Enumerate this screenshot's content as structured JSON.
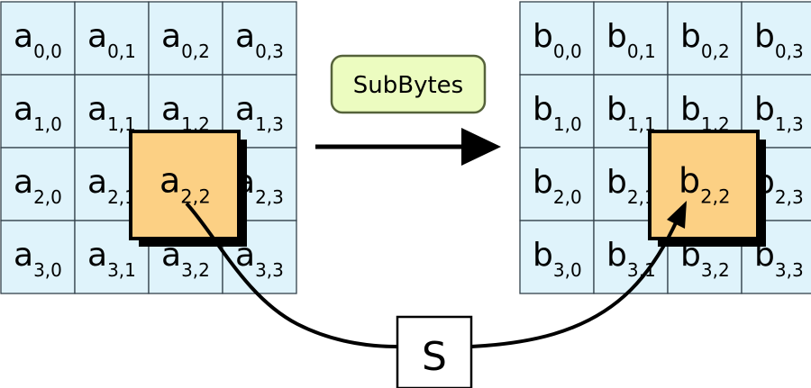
{
  "colors": {
    "cell_fill": "#dff3fb",
    "cell_border": "#33414a",
    "highlight_fill": "#fcd084",
    "shadow": "#000000",
    "label_fill": "#ecfcc0",
    "label_border": "#55623a",
    "arrow": "#000000"
  },
  "input_state": {
    "letter": "a",
    "cells": [
      [
        "0,0",
        "0,1",
        "0,2",
        "0,3"
      ],
      [
        "1,0",
        "1,1",
        "1,2",
        "1,3"
      ],
      [
        "2,0",
        "2,1",
        "2,2",
        "2,3"
      ],
      [
        "3,0",
        "3,1",
        "3,2",
        "3,3"
      ]
    ],
    "highlight": {
      "row": 2,
      "col": 2,
      "letter": "a",
      "sub": "2,2"
    }
  },
  "output_state": {
    "letter": "b",
    "cells": [
      [
        "0,0",
        "0,1",
        "0,2",
        "0,3"
      ],
      [
        "1,0",
        "1,1",
        "1,2",
        "1,3"
      ],
      [
        "2,0",
        "2,1",
        "2,2",
        "2,3"
      ],
      [
        "3,0",
        "3,1",
        "3,2",
        "3,3"
      ]
    ],
    "highlight": {
      "row": 2,
      "col": 2,
      "letter": "b",
      "sub": "2,2"
    }
  },
  "operation_label": "SubBytes",
  "sbox_label": "S"
}
